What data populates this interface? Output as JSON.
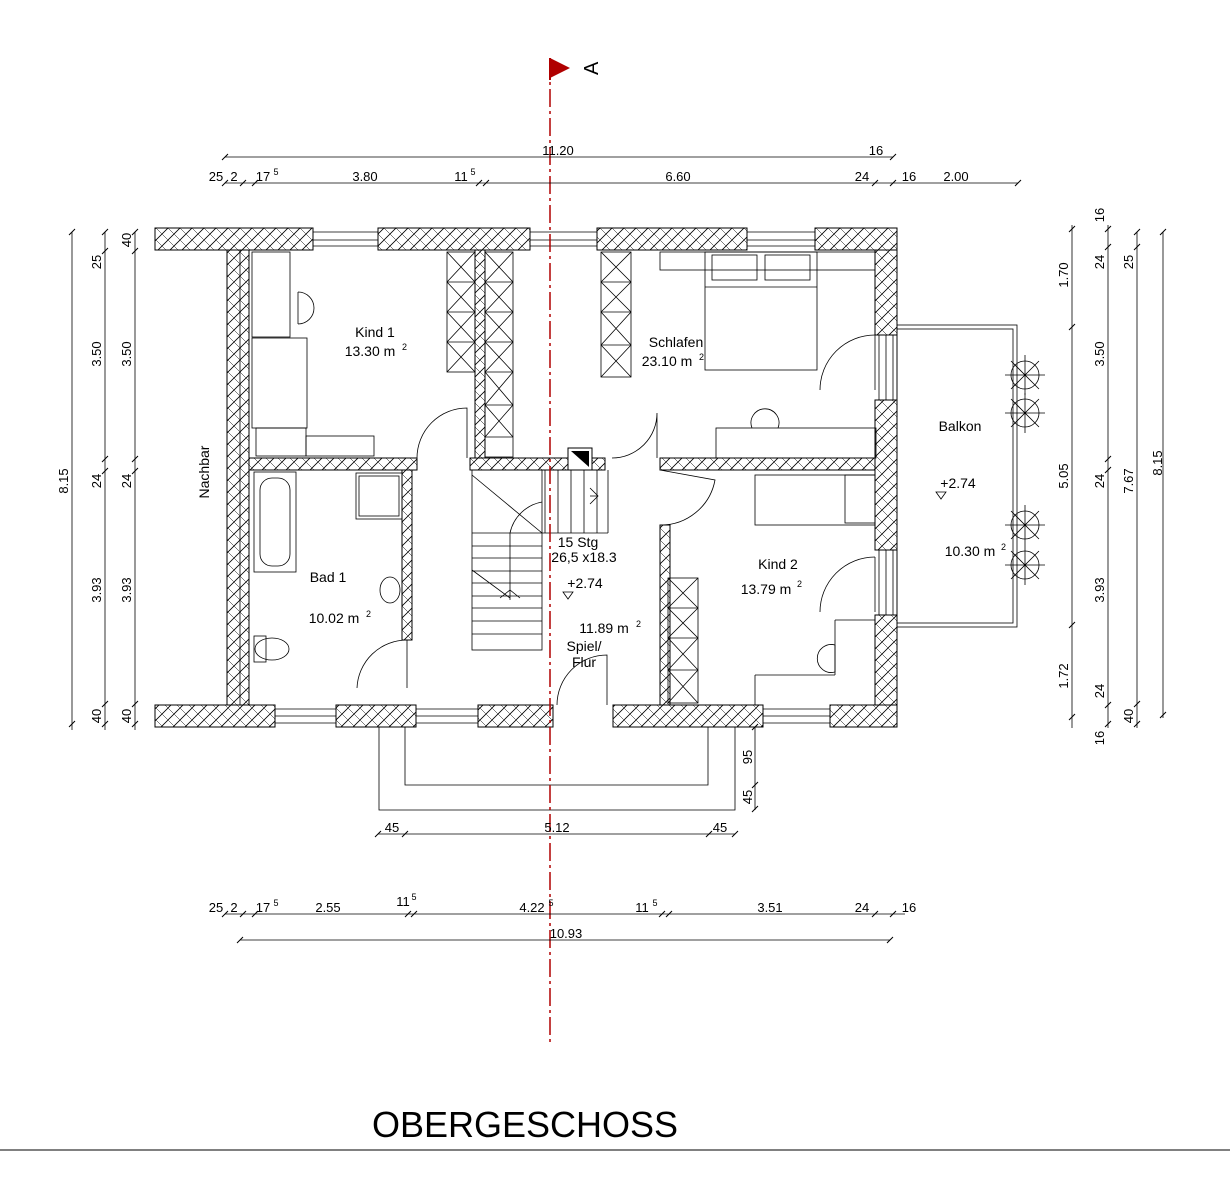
{
  "title": "OBERGESCHOSS",
  "section_marker": "A",
  "colors": {
    "section_line": "#b00000"
  },
  "rooms": {
    "kind1": {
      "name": "Kind 1",
      "area": "13.30 m",
      "sup": "2"
    },
    "schlafen": {
      "name": "Schlafen",
      "area": "23.10 m",
      "sup": "2"
    },
    "bad1": {
      "name": "Bad 1",
      "area": "10.02 m",
      "sup": "2"
    },
    "kind2": {
      "name": "Kind 2",
      "area": "13.79 m",
      "sup": "2"
    },
    "flur": {
      "name1": "Spiel/",
      "name2": "Flur",
      "area": "11.89 m",
      "sup": "2"
    },
    "balkon": {
      "name": "Balkon",
      "level": "+2.74",
      "area": "10.30 m",
      "sup": "2"
    }
  },
  "stair": {
    "steps": "15 Stg",
    "size": "26,5 x18.3",
    "level": "+2.74"
  },
  "nachbar": "Nachbar",
  "top_dims": {
    "overall": "11.20",
    "overall_right": "16",
    "row": [
      "25",
      "2",
      "17",
      "5",
      "3.80",
      "11",
      "5",
      "6.60",
      "24",
      "16",
      "2.00"
    ]
  },
  "bottom_dims": {
    "a45": "45",
    "a512": "5.12",
    "b45": "45",
    "row": [
      "25",
      "2",
      "17",
      "5",
      "2.55",
      "11",
      "5",
      "4.22",
      "5",
      "11",
      "5",
      "3.51",
      "24",
      "16"
    ],
    "overall": "10.93",
    "bay95": "95",
    "bay45": "45"
  },
  "left_dims": {
    "outer": "8.15",
    "mid": [
      "25",
      "3.50",
      "24",
      "3.93",
      "40"
    ],
    "inner": [
      "40",
      "3.50",
      "24",
      "3.93",
      "40"
    ]
  },
  "right_dims": {
    "a": [
      "1.70",
      "3.50",
      "5.05",
      "3.93",
      "1.72"
    ],
    "b": [
      "16",
      "24",
      "24",
      "24",
      "16"
    ],
    "c": [
      "25",
      "7.67",
      "40"
    ],
    "d": "8.15"
  }
}
